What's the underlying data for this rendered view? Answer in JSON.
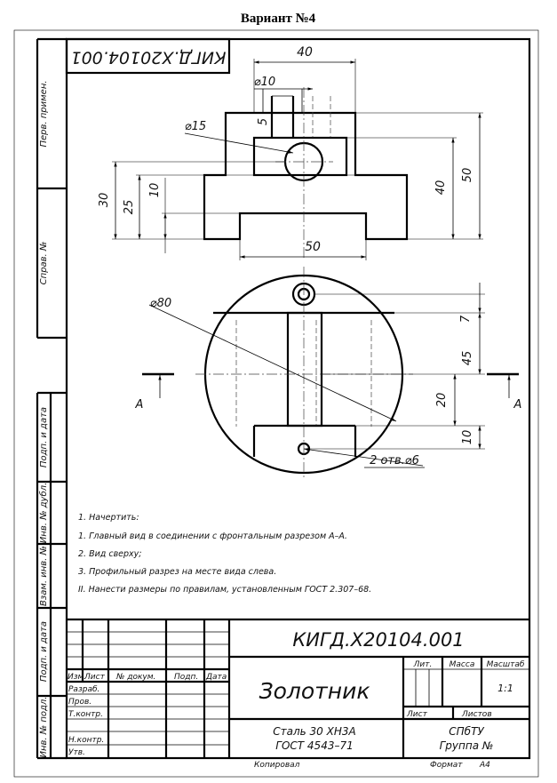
{
  "page_title": "Вариант №4",
  "stamp_code_top": "КИГД.Х20104.001",
  "side_columns": {
    "perv_primen": "Перв. примен.",
    "sprav_no": "Справ. №",
    "podp_data_1": "Подп. и дата",
    "inv_dubl": "Инв. № дубл.",
    "vzam_inv": "Взам. инв. №",
    "podp_data_2": "Подп. и дата",
    "inv_podl": "Инв. № подл."
  },
  "dimensions": {
    "top_width": "40",
    "hole_dia": "⌀10",
    "slot_width": "5",
    "cross_hole": "⌀15",
    "left_30": "30",
    "left_25": "25",
    "left_10": "10",
    "right_40": "40",
    "right_50": "50",
    "bottom_50": "50",
    "circle_dia": "⌀80",
    "r_7": "7",
    "r_45": "45",
    "r_20": "20",
    "r_10": "10",
    "holes_note": "2 отв.⌀6",
    "section_label": "А"
  },
  "tasks": [
    "1. Начертить:",
    "1. Главный вид в соединении с фронтальным разрезом А–А.",
    "2. Вид сверху;",
    "3. Профильный разрез на месте вида слева.",
    "II. Нанести размеры по правилам, установленным ГОСТ 2.307–68."
  ],
  "title_block": {
    "doc_code": "КИГД.Х20104.001",
    "part_name": "Золотник",
    "material_line1": "Сталь 30 ХН3А",
    "material_line2": "ГОСТ 4543–71",
    "org_line1": "СПбТУ",
    "org_line2": "Группа №",
    "lit": "Лит.",
    "massa": "Масса",
    "masshtab": "Масштаб",
    "scale_value": "1:1",
    "list": "Лист",
    "listov": "Листов",
    "col_izm": "Изм.",
    "col_list": "Лист",
    "col_docum": "№ докум.",
    "col_podp": "Подп.",
    "col_data": "Дата",
    "razrab": "Разраб.",
    "prov": "Пров.",
    "tkontr": "Т.контр.",
    "nkontr": "Н.контр.",
    "utv": "Утв.",
    "kopiroval": "Копировал",
    "format_label": "Формат",
    "format_value": "А4"
  }
}
